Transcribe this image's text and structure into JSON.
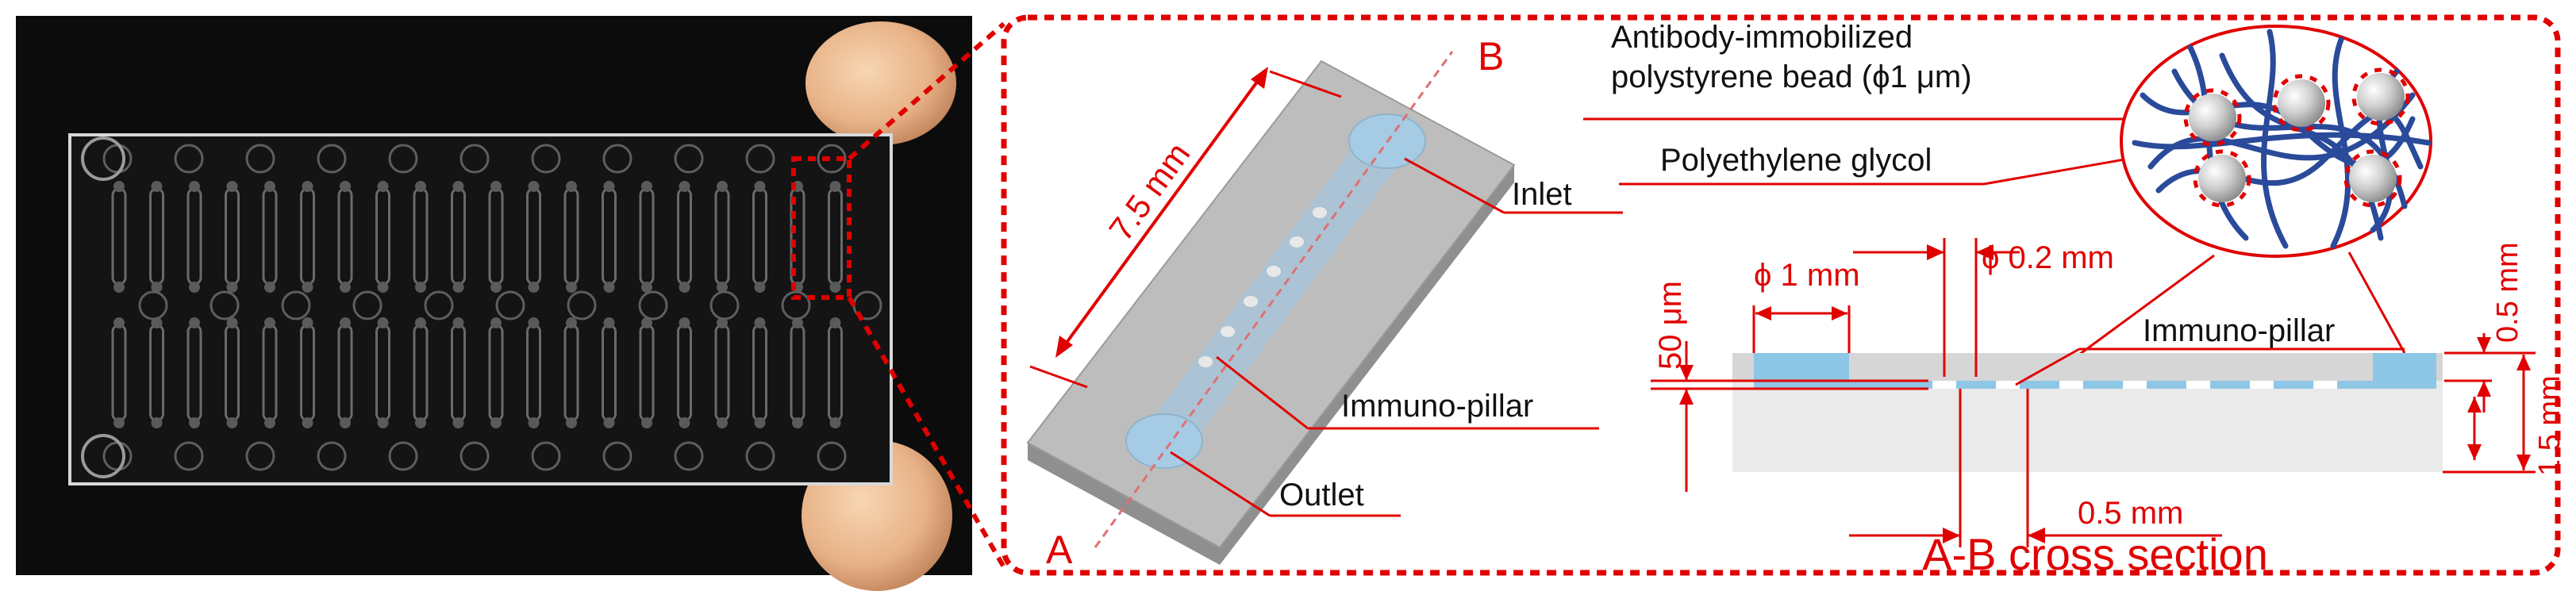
{
  "photo": {
    "description_label": ""
  },
  "device": {
    "dimension": "7.5 mm",
    "point_a": "A",
    "point_b": "B",
    "inlet": "Inlet",
    "outlet": "Outlet",
    "immuno_pillar": "Immuno-pillar"
  },
  "bead_callout": {
    "line1": "Antibody-immobilized",
    "line2": "polystyrene bead (ϕ1 μm)",
    "peg": "Polyethylene glycol"
  },
  "cross_section": {
    "title": "A-B cross section",
    "pillar_diameter": "ϕ 0.2 mm",
    "hole_diameter": "ϕ 1 mm",
    "channel_depth": "50 μm",
    "pillar_label": "Immuno-pillar",
    "top_layer": "0.5 mm",
    "total_height": "1.5 mm",
    "pillar_spacing": "0.5 mm"
  },
  "colors": {
    "annotation_red": "#e00000",
    "channel_blue": "#8ec6e6",
    "chip_gray": "#bdbdbd",
    "photo_bg": "#0c0c0c"
  }
}
